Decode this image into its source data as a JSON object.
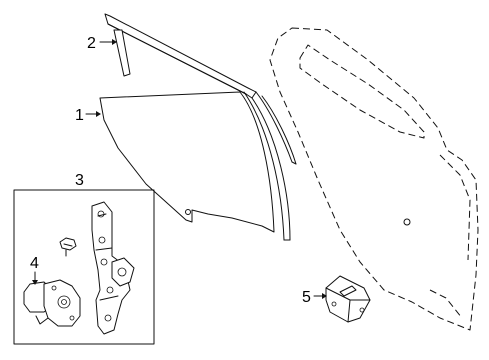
{
  "diagram": {
    "callouts": [
      {
        "id": "callout-1",
        "label": "1"
      },
      {
        "id": "callout-2",
        "label": "2"
      },
      {
        "id": "callout-3",
        "label": "3"
      },
      {
        "id": "callout-4",
        "label": "4"
      },
      {
        "id": "callout-5",
        "label": "5"
      }
    ],
    "parts": [
      "door-glass",
      "glass-run-channel",
      "window-regulator",
      "regulator-motor",
      "control-module",
      "door-shell-outline",
      "bolt"
    ]
  }
}
